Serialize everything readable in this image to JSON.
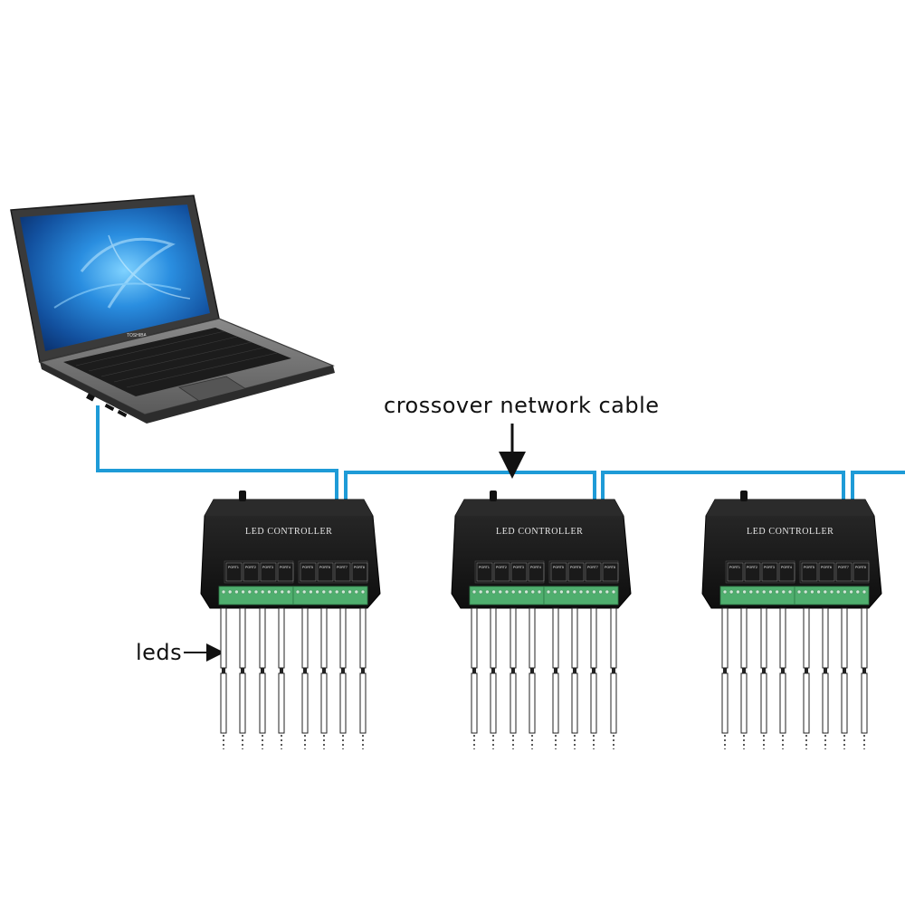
{
  "labels": {
    "cable": "crossover network cable",
    "leds": "leds"
  },
  "laptop": {
    "brand": "TOSHIBA"
  },
  "controllers": [
    {
      "title": "LED CONTROLLER",
      "ports": [
        "PORT1",
        "PORT2",
        "PORT3",
        "PORT4",
        "PORT5",
        "PORT6",
        "PORT7",
        "PORT8"
      ]
    },
    {
      "title": "LED CONTROLLER",
      "ports": [
        "PORT1",
        "PORT2",
        "PORT3",
        "PORT4",
        "PORT5",
        "PORT6",
        "PORT7",
        "PORT8"
      ]
    },
    {
      "title": "LED CONTROLLER",
      "ports": [
        "PORT1",
        "PORT2",
        "PORT3",
        "PORT4",
        "PORT5",
        "PORT6",
        "PORT7",
        "PORT8"
      ]
    }
  ],
  "colors": {
    "cable": "#1e9bd7",
    "controller_body": "#141414",
    "terminal": "#4fae6e",
    "screen": "#1f6fc4"
  }
}
